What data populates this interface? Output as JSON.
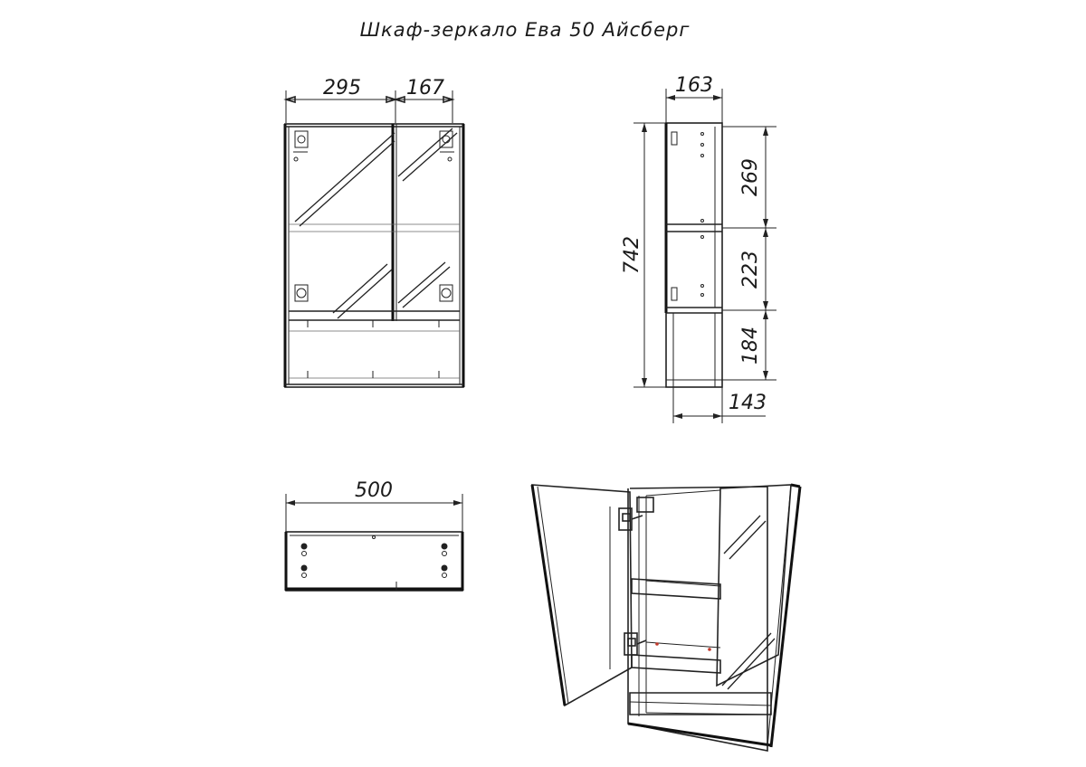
{
  "title": "Шкаф-зеркало Ева 50 Айсберг",
  "dimensions": {
    "front_left_door": "295",
    "front_right_door": "167",
    "side_depth_top": "163",
    "side_height_total": "742",
    "side_section_upper": "269",
    "side_section_middle": "223",
    "side_section_lower": "184",
    "side_depth_bottom": "143",
    "top_width": "500"
  },
  "colors": {
    "line": "#222222",
    "accent_marks": "#c0392b"
  }
}
